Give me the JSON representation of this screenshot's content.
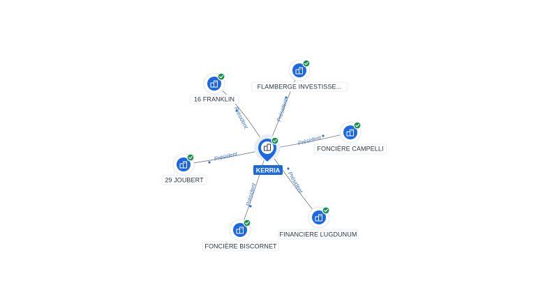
{
  "center": {
    "name": "KERRIA",
    "icon": "building-icon",
    "verified": true
  },
  "relation_label": "Président",
  "nodes": [
    {
      "name": "16 FRANKLIN",
      "icon": "building-icon",
      "verified": true
    },
    {
      "name": "FLAMBERGE INVESTISSE...",
      "icon": "building-icon",
      "verified": true
    },
    {
      "name": "FONCIÈRE CAMPELLI",
      "icon": "building-icon",
      "verified": true
    },
    {
      "name": "FINANCIERE LUGDUNUM",
      "icon": "building-icon",
      "verified": true
    },
    {
      "name": "FONCIÈRE BISCORNET",
      "icon": "building-icon",
      "verified": true
    },
    {
      "name": "29 JOUBERT",
      "icon": "building-icon",
      "verified": true
    }
  ],
  "colors": {
    "accent": "#1d68e0",
    "verified": "#17924a",
    "edge": "#6f7680",
    "edge_label": "#3b72c9"
  }
}
